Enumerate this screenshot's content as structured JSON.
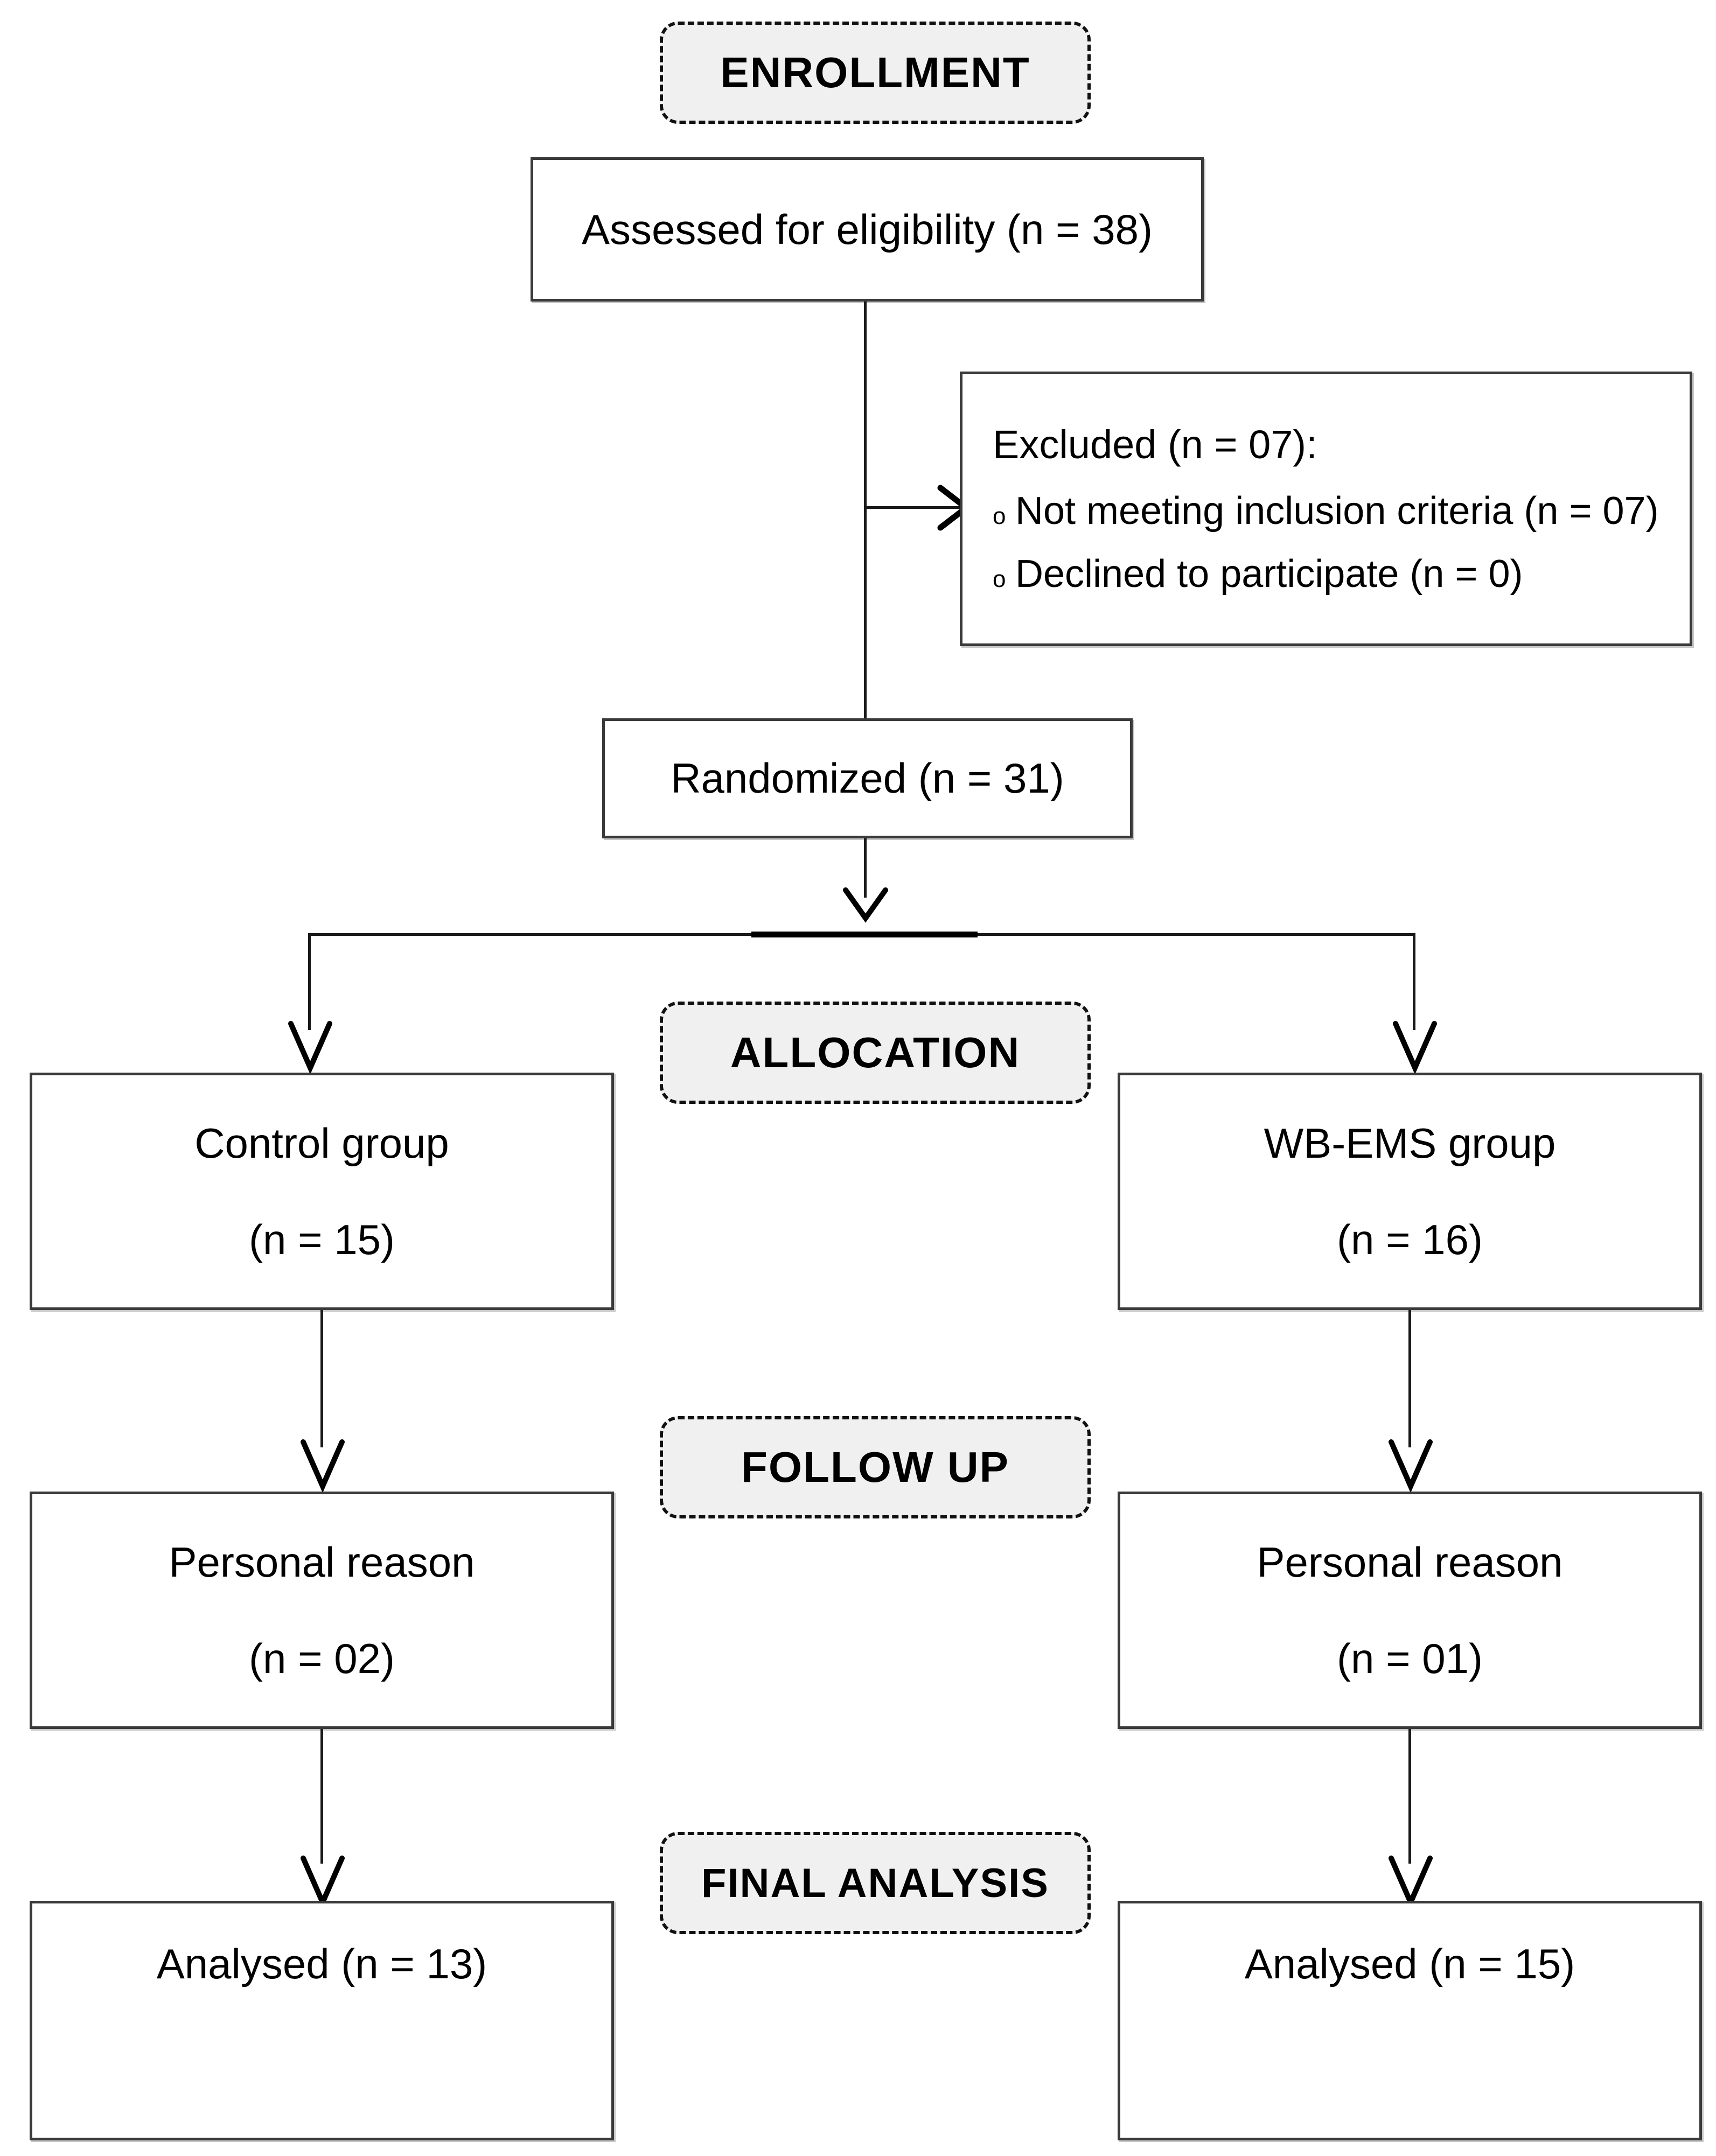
{
  "diagram": {
    "title": "CONSORT participant flow diagram",
    "colors": {
      "stage_label_fill": "#f0f0f0",
      "stage_label_border": "#111111",
      "box_border": "#3a3a3a",
      "connector": "#1a1a1a",
      "text": "#000000",
      "background": "#ffffff"
    }
  },
  "stages": {
    "enrollment": "ENROLLMENT",
    "allocation": "ALLOCATION",
    "follow_up": "FOLLOW UP",
    "final_analysis": "FINAL ANALYSIS"
  },
  "nodes": {
    "assessed": {
      "line1": "Assessed for eligibility (n = 38)"
    },
    "excluded": {
      "heading": "Excluded (n = 07):",
      "bullet_glyph": "o",
      "item1": "Not meeting inclusion criteria (n = 07)",
      "item2": "Declined to participate (n = 0)"
    },
    "randomized": {
      "line1": "Randomized (n = 31)"
    },
    "control_group": {
      "line1": "Control group",
      "line2": "(n = 15)"
    },
    "wbems_group": {
      "line1": "WB-EMS group",
      "line2": "(n = 16)"
    },
    "control_lost": {
      "line1": "Personal reason",
      "line2": "(n = 02)"
    },
    "wbems_lost": {
      "line1": "Personal reason",
      "line2": "(n = 01)"
    },
    "control_analysed": {
      "line1": "Analysed (n = 13)"
    },
    "wbems_analysed": {
      "line1": "Analysed (n = 15)"
    }
  },
  "flow_data": {
    "type": "flowchart",
    "assessed_for_eligibility": 38,
    "excluded_total": 7,
    "excluded_not_meeting_inclusion_criteria": 7,
    "excluded_declined_to_participate": 0,
    "randomized": 31,
    "control_group_allocated": 15,
    "wbems_group_allocated": 16,
    "control_group_lost_personal_reason": 2,
    "wbems_group_lost_personal_reason": 1,
    "control_group_analysed": 13,
    "wbems_group_analysed": 15
  }
}
